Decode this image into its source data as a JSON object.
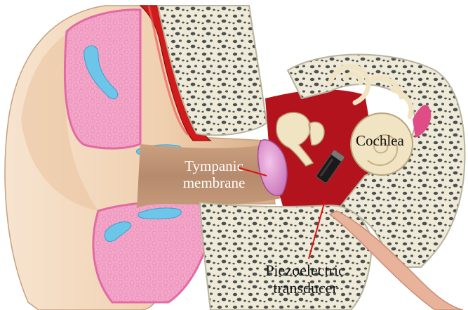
{
  "labels": {
    "tympanic_line1": "Tympanic",
    "tympanic_line2": "membrane",
    "cochlea": "Cochlea",
    "piezo_line1": "Piezoelectric",
    "piezo_line2": "transducer"
  },
  "colors": {
    "skin": "#f0d3b4",
    "skin_shade": "#dcb38e",
    "cartilage": "#f4a6c8",
    "cartilage_edge": "#e26aa5",
    "fluid": "#6cc6ea",
    "bone": "#efe9d8",
    "bone_edge": "#b9b49c",
    "bone_pore": "#4a5150",
    "middle_ear": "#b3131c",
    "artery": "#d11a1a",
    "membrane": "#e59ad6",
    "cochlea": "#f1e4c2",
    "pointer": "#e01010"
  }
}
